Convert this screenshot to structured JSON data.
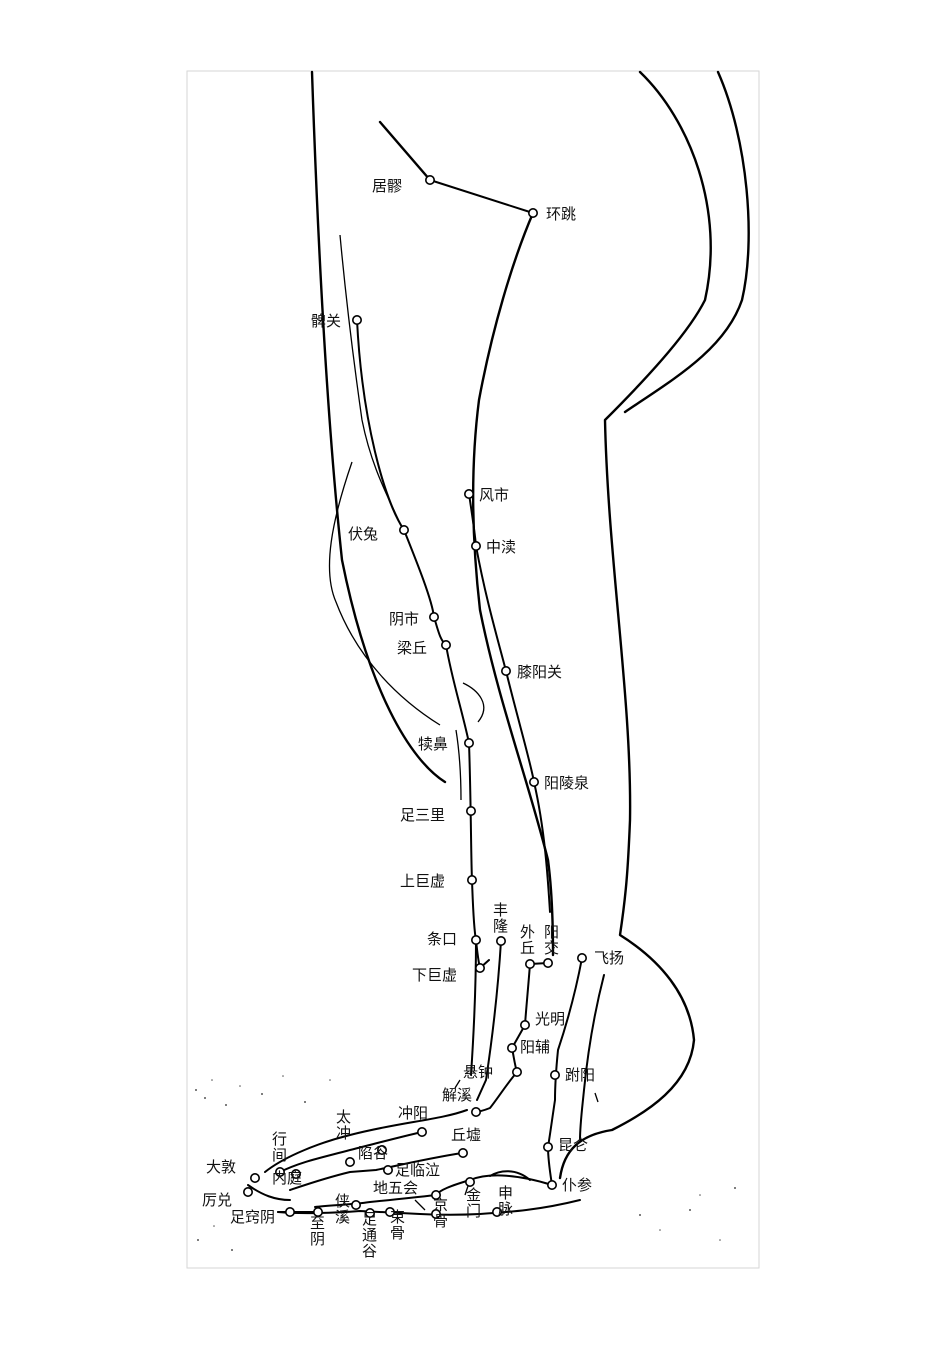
{
  "diagram": {
    "points": {
      "juliao": "居髎",
      "huantiao": "环跳",
      "biguan": "髀关",
      "fengshi": "风市",
      "futu": "伏兔",
      "zhongdu": "中渎",
      "yinshi": "阴市",
      "liangqiu": "梁丘",
      "xiyangguan": "膝阳关",
      "dubi": "犊鼻",
      "yanglingquan": "阳陵泉",
      "zusanli": "足三里",
      "shangjuxu": "上巨虚",
      "fenglong": "丰隆",
      "tiaokou": "条口",
      "waiqiu": "外丘",
      "yangjiao": "阳交",
      "feiyang": "飞扬",
      "xiajuxu": "下巨虚",
      "guangming": "光明",
      "yangfu": "阳辅",
      "xuanzhong": "悬钟",
      "fuyang": "跗阳",
      "jiexi": "解溪",
      "chongyang": "冲阳",
      "taichong": "太冲",
      "qiuxu": "丘墟",
      "kunlun": "昆仑",
      "xingjian": "行间",
      "xiangu": "陷谷",
      "zulinqi": "足临泣",
      "dadun": "大敦",
      "neiting": "内庭",
      "diwuhui": "地五会",
      "jinmen": "金门",
      "shenmai": "申脉",
      "pucan": "仆参",
      "lidui": "厉兑",
      "zuqiaoyin": "足窍阴",
      "xiaxi": "侠溪",
      "zutonggu": "足通谷",
      "shugu": "束骨",
      "jinggu": "京骨",
      "zhiyin": "至阴"
    }
  }
}
